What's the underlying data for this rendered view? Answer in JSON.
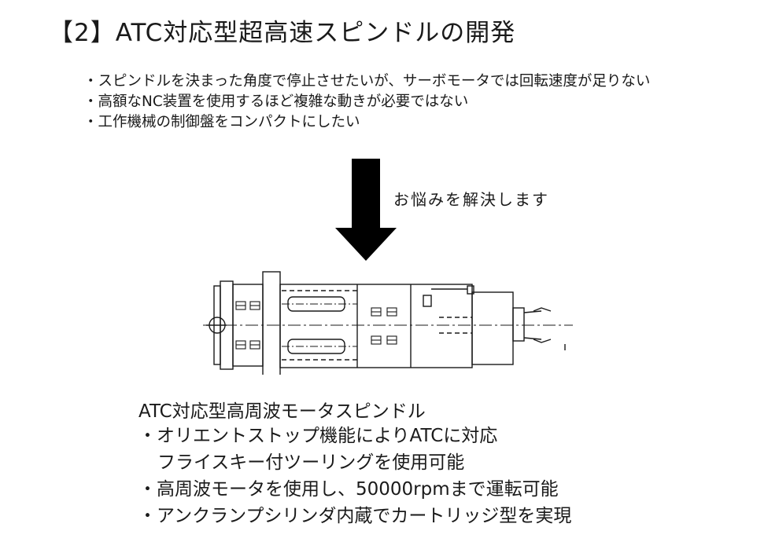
{
  "title": "【2】ATC対応型超高速スピンドルの開発",
  "problems": [
    "・スピンドルを決まった角度で停止させたいが、サーボモータでは回転速度が足りない",
    "・高額なNC装置を使用するほど複雑な動きが必要ではない",
    "・工作機械の制御盤をコンパクトにしたい"
  ],
  "solve_label": "お悩みを解決します",
  "product": {
    "name": "ATC対応型高周波モータスピンドル",
    "features": [
      "・オリエントストップ機能によりATCに対応",
      "フライスキー付ツーリングを使用可能",
      "・高周波モータを使用し、50000rpmまで運転可能",
      "・アンクランプシリンダ内蔵でカートリッジ型を実現"
    ]
  },
  "icons": {
    "arrow": "down-arrow-icon",
    "drawing": "spindle-drawing"
  }
}
